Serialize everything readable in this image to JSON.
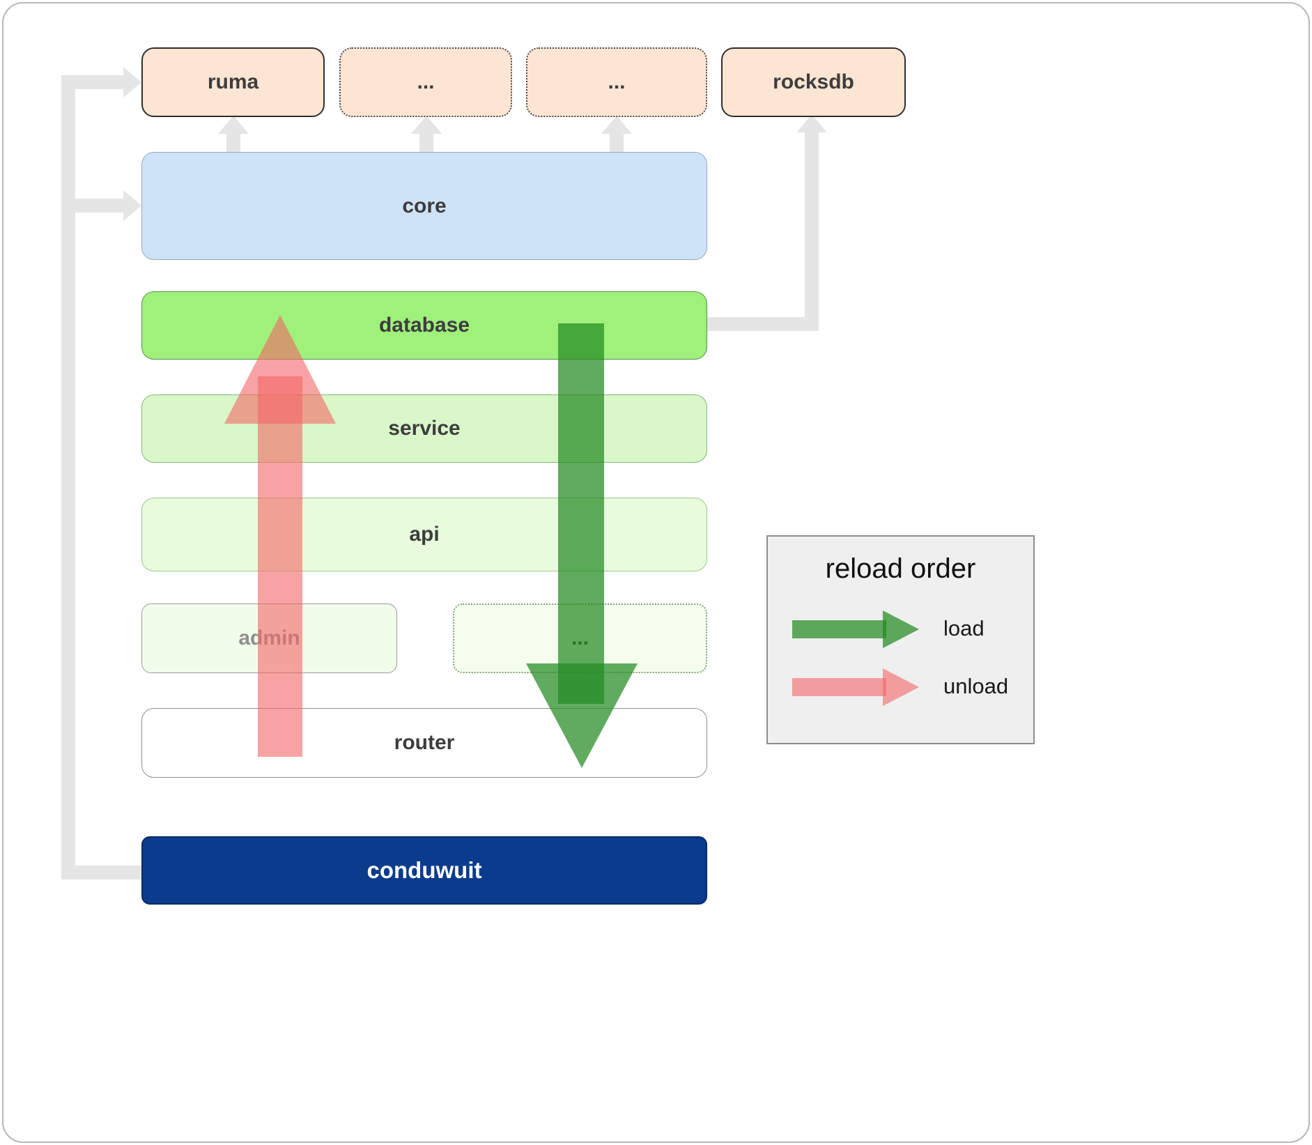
{
  "boxes": {
    "ruma": {
      "label": "ruma",
      "fill": "#fce5d3"
    },
    "ext1": {
      "label": "...",
      "fill": "#fce5d3"
    },
    "ext2": {
      "label": "...",
      "fill": "#fce5d3"
    },
    "rocksdb": {
      "label": "rocksdb",
      "fill": "#fce5d3"
    },
    "core": {
      "label": "core",
      "fill": "#cfe3f8"
    },
    "database": {
      "label": "database",
      "fill": "#a0f07c"
    },
    "service": {
      "label": "service",
      "fill": "#d9f7c9"
    },
    "api": {
      "label": "api",
      "fill": "#e8fbdd"
    },
    "admin": {
      "label": "admin",
      "fill": "#f1fcea"
    },
    "modules": {
      "label": "...",
      "fill": "#f4fdee"
    },
    "router": {
      "label": "router",
      "fill": "#ffffff"
    },
    "conduwuit": {
      "label": "conduwuit",
      "fill": "#0b3b8c"
    }
  },
  "legend": {
    "title": "reload order",
    "load_label": "load",
    "unload_label": "unload"
  },
  "colors": {
    "load_arrow": "rgba(34,138,34,0.72)",
    "unload_arrow": "rgba(244,102,102,0.6)",
    "dependency_arrow": "#e5e5e5",
    "legend_bg": "#efefef"
  }
}
